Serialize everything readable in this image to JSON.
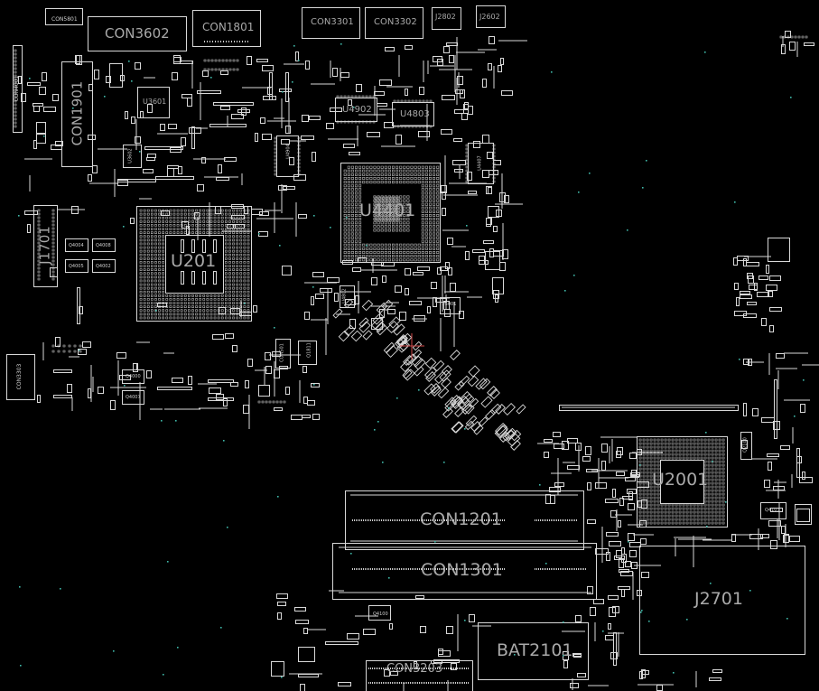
{
  "labels": {
    "u4401": "U4401",
    "u201": "U201",
    "u2001": "U2001",
    "j2701": "J2701",
    "con1201": "CON1201",
    "con1301": "CON1301",
    "bat2101": "BAT2101",
    "con3602": "CON3602",
    "con1801": "CON1801",
    "con3301": "CON3301",
    "con3302": "CON3302",
    "j2802": "J2802",
    "j2602": "J2602",
    "con5801": "CON5801",
    "con1901": "CON1901",
    "j1701": "J1701",
    "u3601": "U3601",
    "u4902": "U4902",
    "u4803": "U4803",
    "con3303": "CON3303",
    "con3203": "CON3203",
    "con4001": "CON4001",
    "q4004": "Q4004",
    "q4008": "Q4008",
    "q4005": "Q4005",
    "q4002": "Q4002",
    "q4000": "Q4000",
    "q4007": "Q4007",
    "u5001": "U5001",
    "u4802": "U4802",
    "con501": "CON501",
    "q4100": "Q4100",
    "q4103": "Q4103",
    "q2100": "Q2100",
    "q1811": "Q1811",
    "u3602": "U3602",
    "u4904": "U4904",
    "u4407": "U4407"
  }
}
